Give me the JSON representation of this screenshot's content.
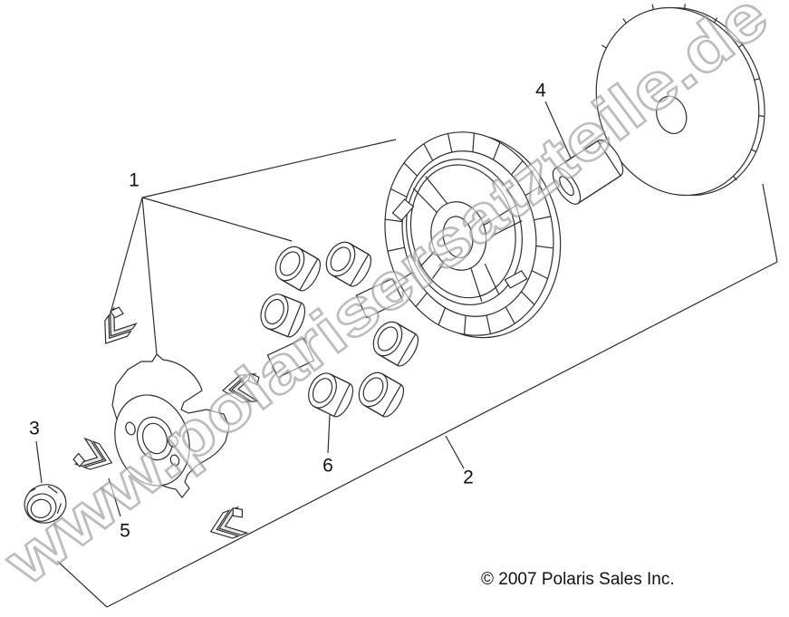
{
  "diagram": {
    "callout_labels": [
      "1",
      "2",
      "3",
      "4",
      "5",
      "6"
    ],
    "watermark": "www.polarisersatzteile.de",
    "copyright": "© 2007 Polaris Sales Inc."
  }
}
